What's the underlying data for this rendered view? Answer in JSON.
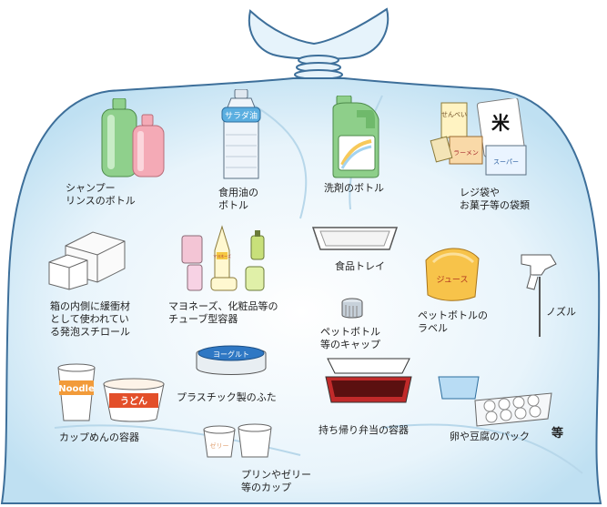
{
  "labels": {
    "shampoo": [
      "シャンプー",
      "リンスのボトル"
    ],
    "oil": [
      "食用油の",
      "ボトル"
    ],
    "detergent": [
      "洗剤のボトル"
    ],
    "bags": [
      "レジ袋や",
      "お菓子等の袋類"
    ],
    "styrofoam": [
      "箱の内側に緩衝材",
      "として使われてい",
      "る発泡スチロール"
    ],
    "tubes": [
      "マヨネーズ、化粧品等の",
      "チューブ型容器"
    ],
    "tray": [
      "食品トレイ"
    ],
    "cap": [
      "ペットボトル",
      "等のキャップ"
    ],
    "pet_label": [
      "ペットボトルの",
      "ラベル"
    ],
    "nozzle": [
      "ノズル"
    ],
    "noodle_cup": [
      "カップめんの容器"
    ],
    "lid": [
      "プラスチック製のふた"
    ],
    "bento": [
      "持ち帰り弁当の容器"
    ],
    "egg_pack": [
      "卵や豆腐のパック"
    ],
    "pudding": [
      "プリンやゼリー",
      "等のカップ"
    ],
    "etc": "等"
  },
  "product_text": {
    "oil_bottle": "サラダ油",
    "lid": "ヨーグルト",
    "juice": "ジュース",
    "noodle": "Noodle",
    "udon": "うどん",
    "rice": "米",
    "ramen": "ラーメン",
    "super": "スーパー",
    "senbei": "せんべい",
    "jelly": "ゼリー",
    "mayo": "マヨネーズ"
  },
  "colors": {
    "bag_fill": "#dbeef8",
    "bag_stroke": "#3d6f9a",
    "bottle_green": "#8fd08c",
    "bottle_pink": "#f4aab6",
    "detergent_green": "#8ecf8a"
  }
}
